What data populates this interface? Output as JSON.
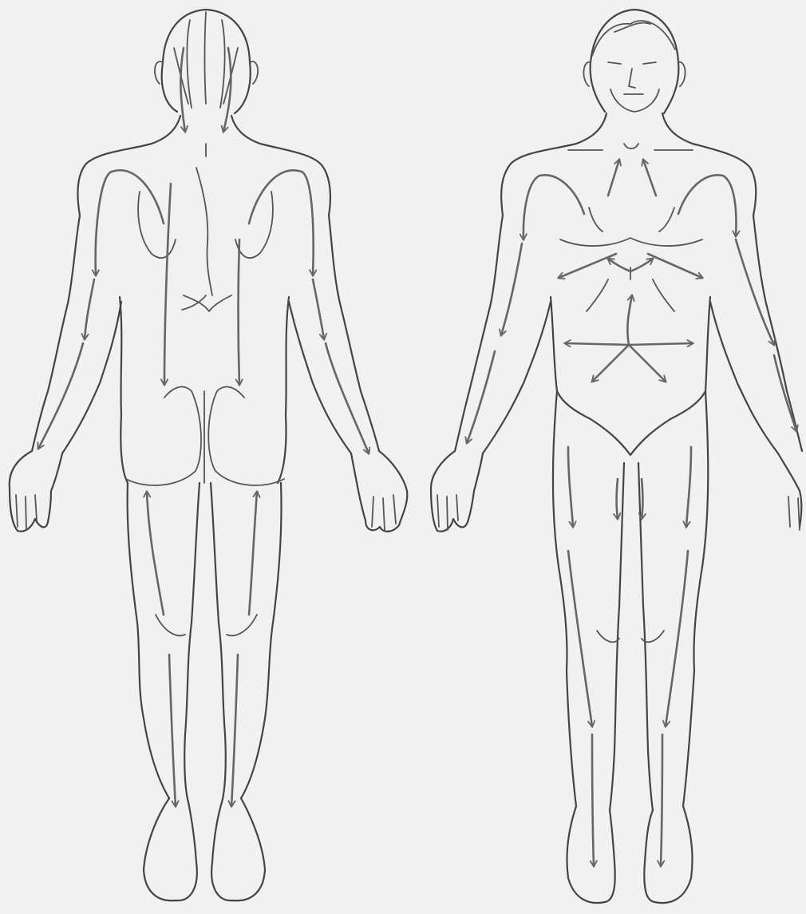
{
  "figure": {
    "views": [
      "back",
      "front"
    ],
    "colors": {
      "background": "#f1f1f1",
      "outline": "#444444",
      "arrow": "#666666"
    },
    "arrow_style": "open-head"
  }
}
